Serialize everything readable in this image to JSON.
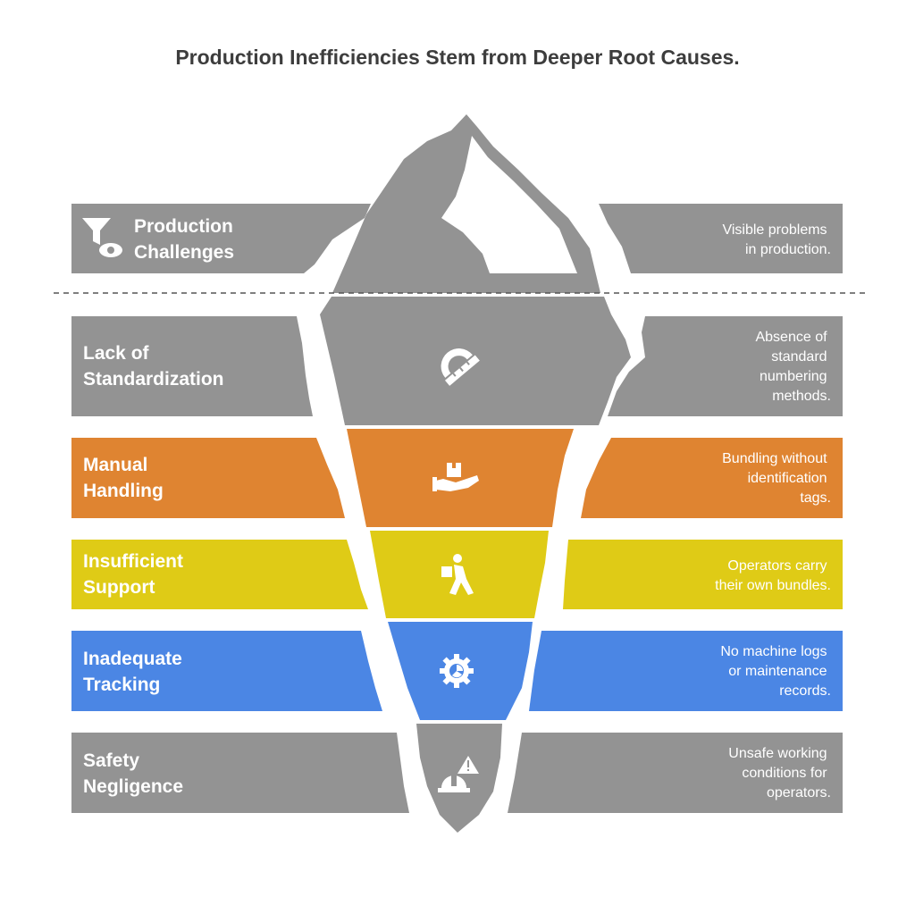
{
  "title": "Production Inefficiencies Stem from Deeper Root Causes.",
  "colors": {
    "gray": "#939393",
    "orange": "#df8431",
    "yellow": "#dfcb16",
    "blue": "#4b86e4",
    "title": "#3d3d3d",
    "text": "#ffffff"
  },
  "layers": [
    {
      "label": [
        "Production",
        "Challenges"
      ],
      "description": [
        "Visible problems",
        "in production."
      ],
      "icon": "filter-eye-icon",
      "color": "gray"
    },
    {
      "label": [
        "Lack of",
        "Standardization"
      ],
      "description": [
        "Absence of",
        "standard",
        "numbering",
        "methods."
      ],
      "icon": "protractor-icon",
      "color": "gray"
    },
    {
      "label": [
        "Manual",
        "Handling"
      ],
      "description": [
        "Bundling without",
        "identification",
        "tags."
      ],
      "icon": "hand-box-icon",
      "color": "orange"
    },
    {
      "label": [
        "Insufficient",
        "Support"
      ],
      "description": [
        "Operators carry",
        "their own bundles."
      ],
      "icon": "person-carry-icon",
      "color": "yellow"
    },
    {
      "label": [
        "Inadequate",
        "Tracking"
      ],
      "description": [
        "No machine logs",
        "or maintenance",
        "records."
      ],
      "icon": "gear-chart-icon",
      "color": "blue"
    },
    {
      "label": [
        "Safety",
        "Negligence"
      ],
      "description": [
        "Unsafe working",
        "conditions for",
        "operators."
      ],
      "icon": "hardhat-warning-icon",
      "color": "gray"
    }
  ]
}
